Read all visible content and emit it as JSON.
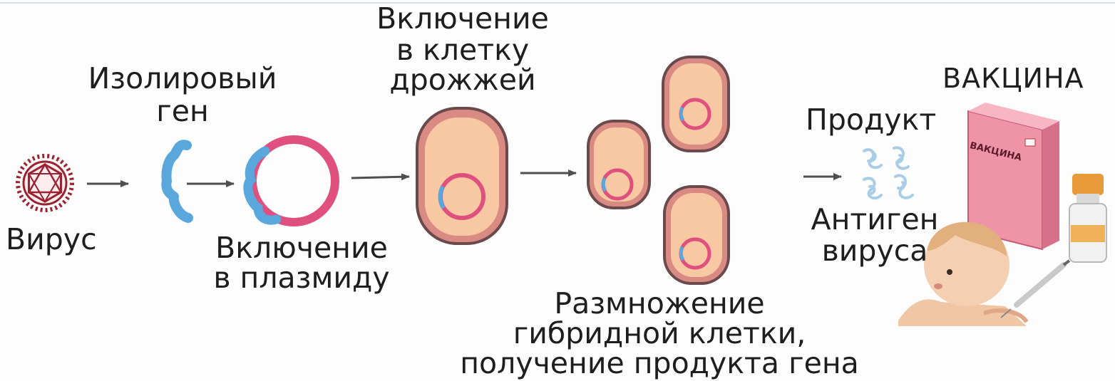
{
  "labels": {
    "virus": "Вирус",
    "isolated_gene": [
      "Изолировый",
      "ген"
    ],
    "plasmid_insertion": [
      "Включение",
      "в плазмиду"
    ],
    "yeast_insertion": [
      "Включение",
      "в клетку",
      "дрожжей"
    ],
    "propagation": [
      "Размножение",
      "гибридной клетки,",
      "получение продукта гена"
    ],
    "product": "Продукт",
    "antigen": [
      "Антиген",
      "вируса"
    ],
    "vaccine_heading": "ВАКЦИНА",
    "vaccine_box_label": "ВАКЦИНА"
  },
  "colors": {
    "gene": "#5aa7dd",
    "plasmid": "#e0507f",
    "cell_fill": "#f7c8a2",
    "cell_wall": "#d98a82",
    "cell_outline": "#6a4a4c",
    "virus": "#9b2230",
    "box": "#ef93a8",
    "arrow": "#4f4f4f"
  }
}
